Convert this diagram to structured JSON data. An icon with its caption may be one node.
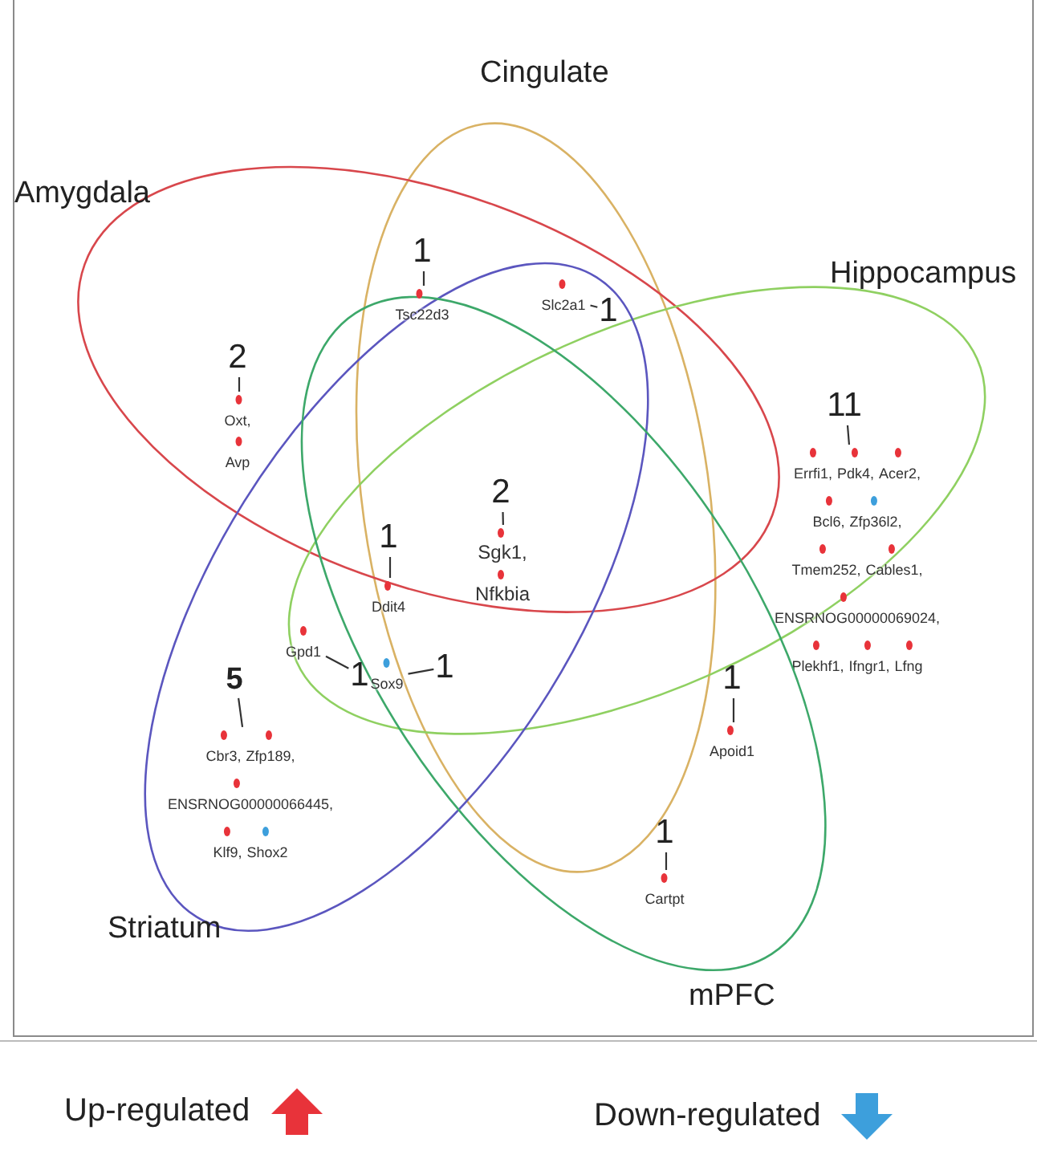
{
  "diagram": {
    "nodes": [
      {
        "text": [
          "Cingulate"
        ]
      },
      {
        "text": [
          "Amygdala"
        ]
      },
      {
        "text": [
          "Hippocampus"
        ]
      },
      {
        "text": [
          "Striatum"
        ]
      },
      {
        "text": [
          "mPFC"
        ]
      },
      {
        "text": [
          "1"
        ]
      },
      {
        "text": [
          "Tsc22d3"
        ]
      },
      {
        "text": [
          "Slc2a1"
        ]
      },
      {
        "text": [
          "1"
        ]
      },
      {
        "text": [
          "2"
        ],
        "in": 1
      },
      {
        "text": [
          "Oxt,",
          "Avp"
        ],
        "in": 1
      },
      {
        "text": [
          "11"
        ],
        "in": 2
      },
      {
        "text": [
          "Errfi1,",
          "Pdk4,",
          "Acer2,",
          "Bcl6,",
          "Zfp36l2,",
          "Tmem252,",
          "Cables1,",
          "ENSRNOG00000069024,",
          "Plekhf1,",
          "Ifngr1,",
          "Lfng"
        ],
        "in": 2
      },
      {
        "text": [
          "2"
        ]
      },
      {
        "text": [
          "Sgk1,",
          "Nfkbia"
        ]
      },
      {
        "text": [
          "1"
        ]
      },
      {
        "text": [
          "Ddit4"
        ]
      },
      {
        "text": [
          "Gpd1"
        ]
      },
      {
        "text": [
          "1"
        ]
      },
      {
        "text": [
          "Sox9"
        ]
      },
      {
        "text": [
          "1"
        ]
      },
      {
        "text": [
          "5"
        ],
        "in": 3
      },
      {
        "text": [
          "Cbr3,",
          "Zfp189,",
          "ENSRNOG00000066445,",
          "Klf9,",
          "Shox2"
        ],
        "in": 3
      },
      {
        "text": [
          "1"
        ],
        "in": 4
      },
      {
        "text": [
          "Apoid1"
        ],
        "in": 4
      },
      {
        "text": [
          "1"
        ],
        "in": 4
      },
      {
        "text": [
          "Cartpt"
        ],
        "in": 4
      }
    ],
    "edges": [
      {
        "from": 5,
        "to": 6,
        "arrow": "none"
      },
      {
        "from": 8,
        "to": 7,
        "arrow": "none"
      },
      {
        "from": 9,
        "to": 10,
        "arrow": "none"
      },
      {
        "from": 11,
        "to": 12,
        "arrow": "none"
      },
      {
        "from": 13,
        "to": 14,
        "arrow": "none"
      },
      {
        "from": 15,
        "to": 16,
        "arrow": "none"
      },
      {
        "from": 18,
        "to": 17,
        "arrow": "none"
      },
      {
        "from": 20,
        "to": 19,
        "arrow": "none"
      },
      {
        "from": 21,
        "to": 22,
        "arrow": "none"
      },
      {
        "from": 23,
        "to": 24,
        "arrow": "none"
      },
      {
        "from": 25,
        "to": 26,
        "arrow": "none"
      }
    ],
    "legend": [
      {
        "text": "Up-regulated",
        "color": "#e8333a"
      },
      {
        "text": "Down-regulated",
        "color": "#3d9fdc"
      }
    ]
  }
}
